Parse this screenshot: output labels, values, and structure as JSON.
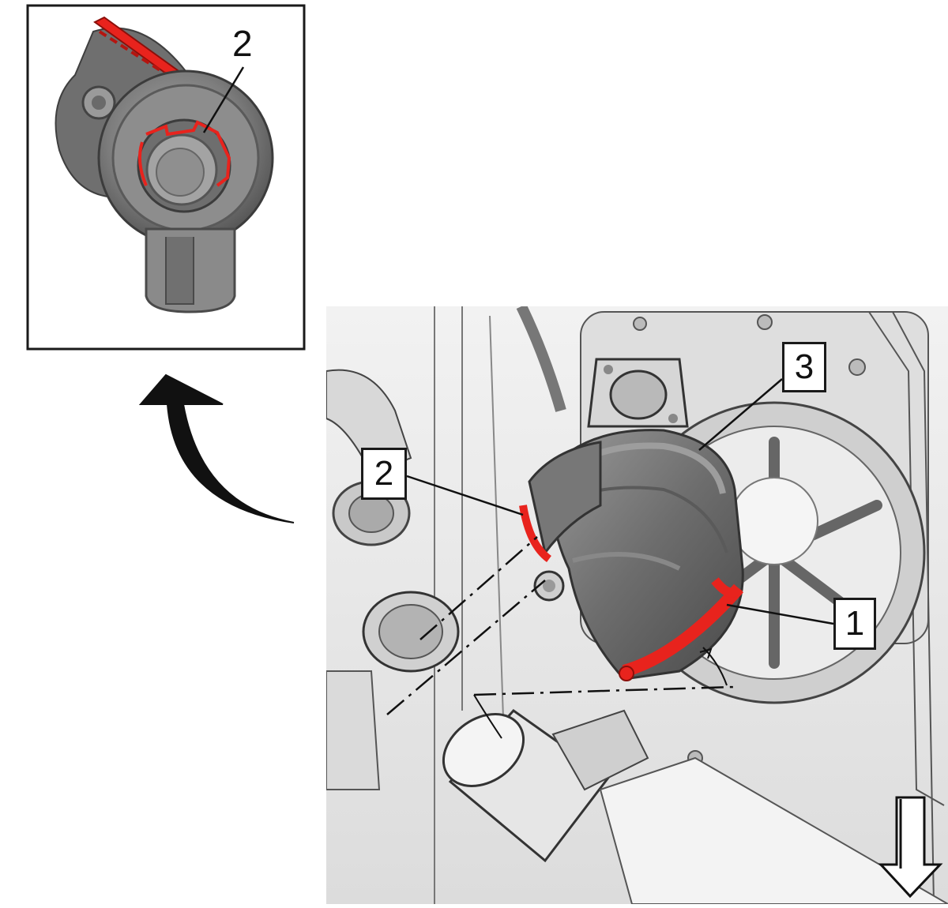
{
  "inset": {
    "callout": "2"
  },
  "main": {
    "callouts": [
      {
        "id": "callout-1",
        "label": "1"
      },
      {
        "id": "callout-2",
        "label": "2"
      },
      {
        "id": "callout-3",
        "label": "3"
      }
    ]
  },
  "colors": {
    "highlight": "#e8231d",
    "part_fill": "#8c8c8c",
    "part_dark": "#5e5e5e",
    "background_engine": "#e9e9e9",
    "line": "#111111"
  },
  "icons": [
    "rotate-arrow-icon",
    "view-direction-arrow-icon"
  ]
}
